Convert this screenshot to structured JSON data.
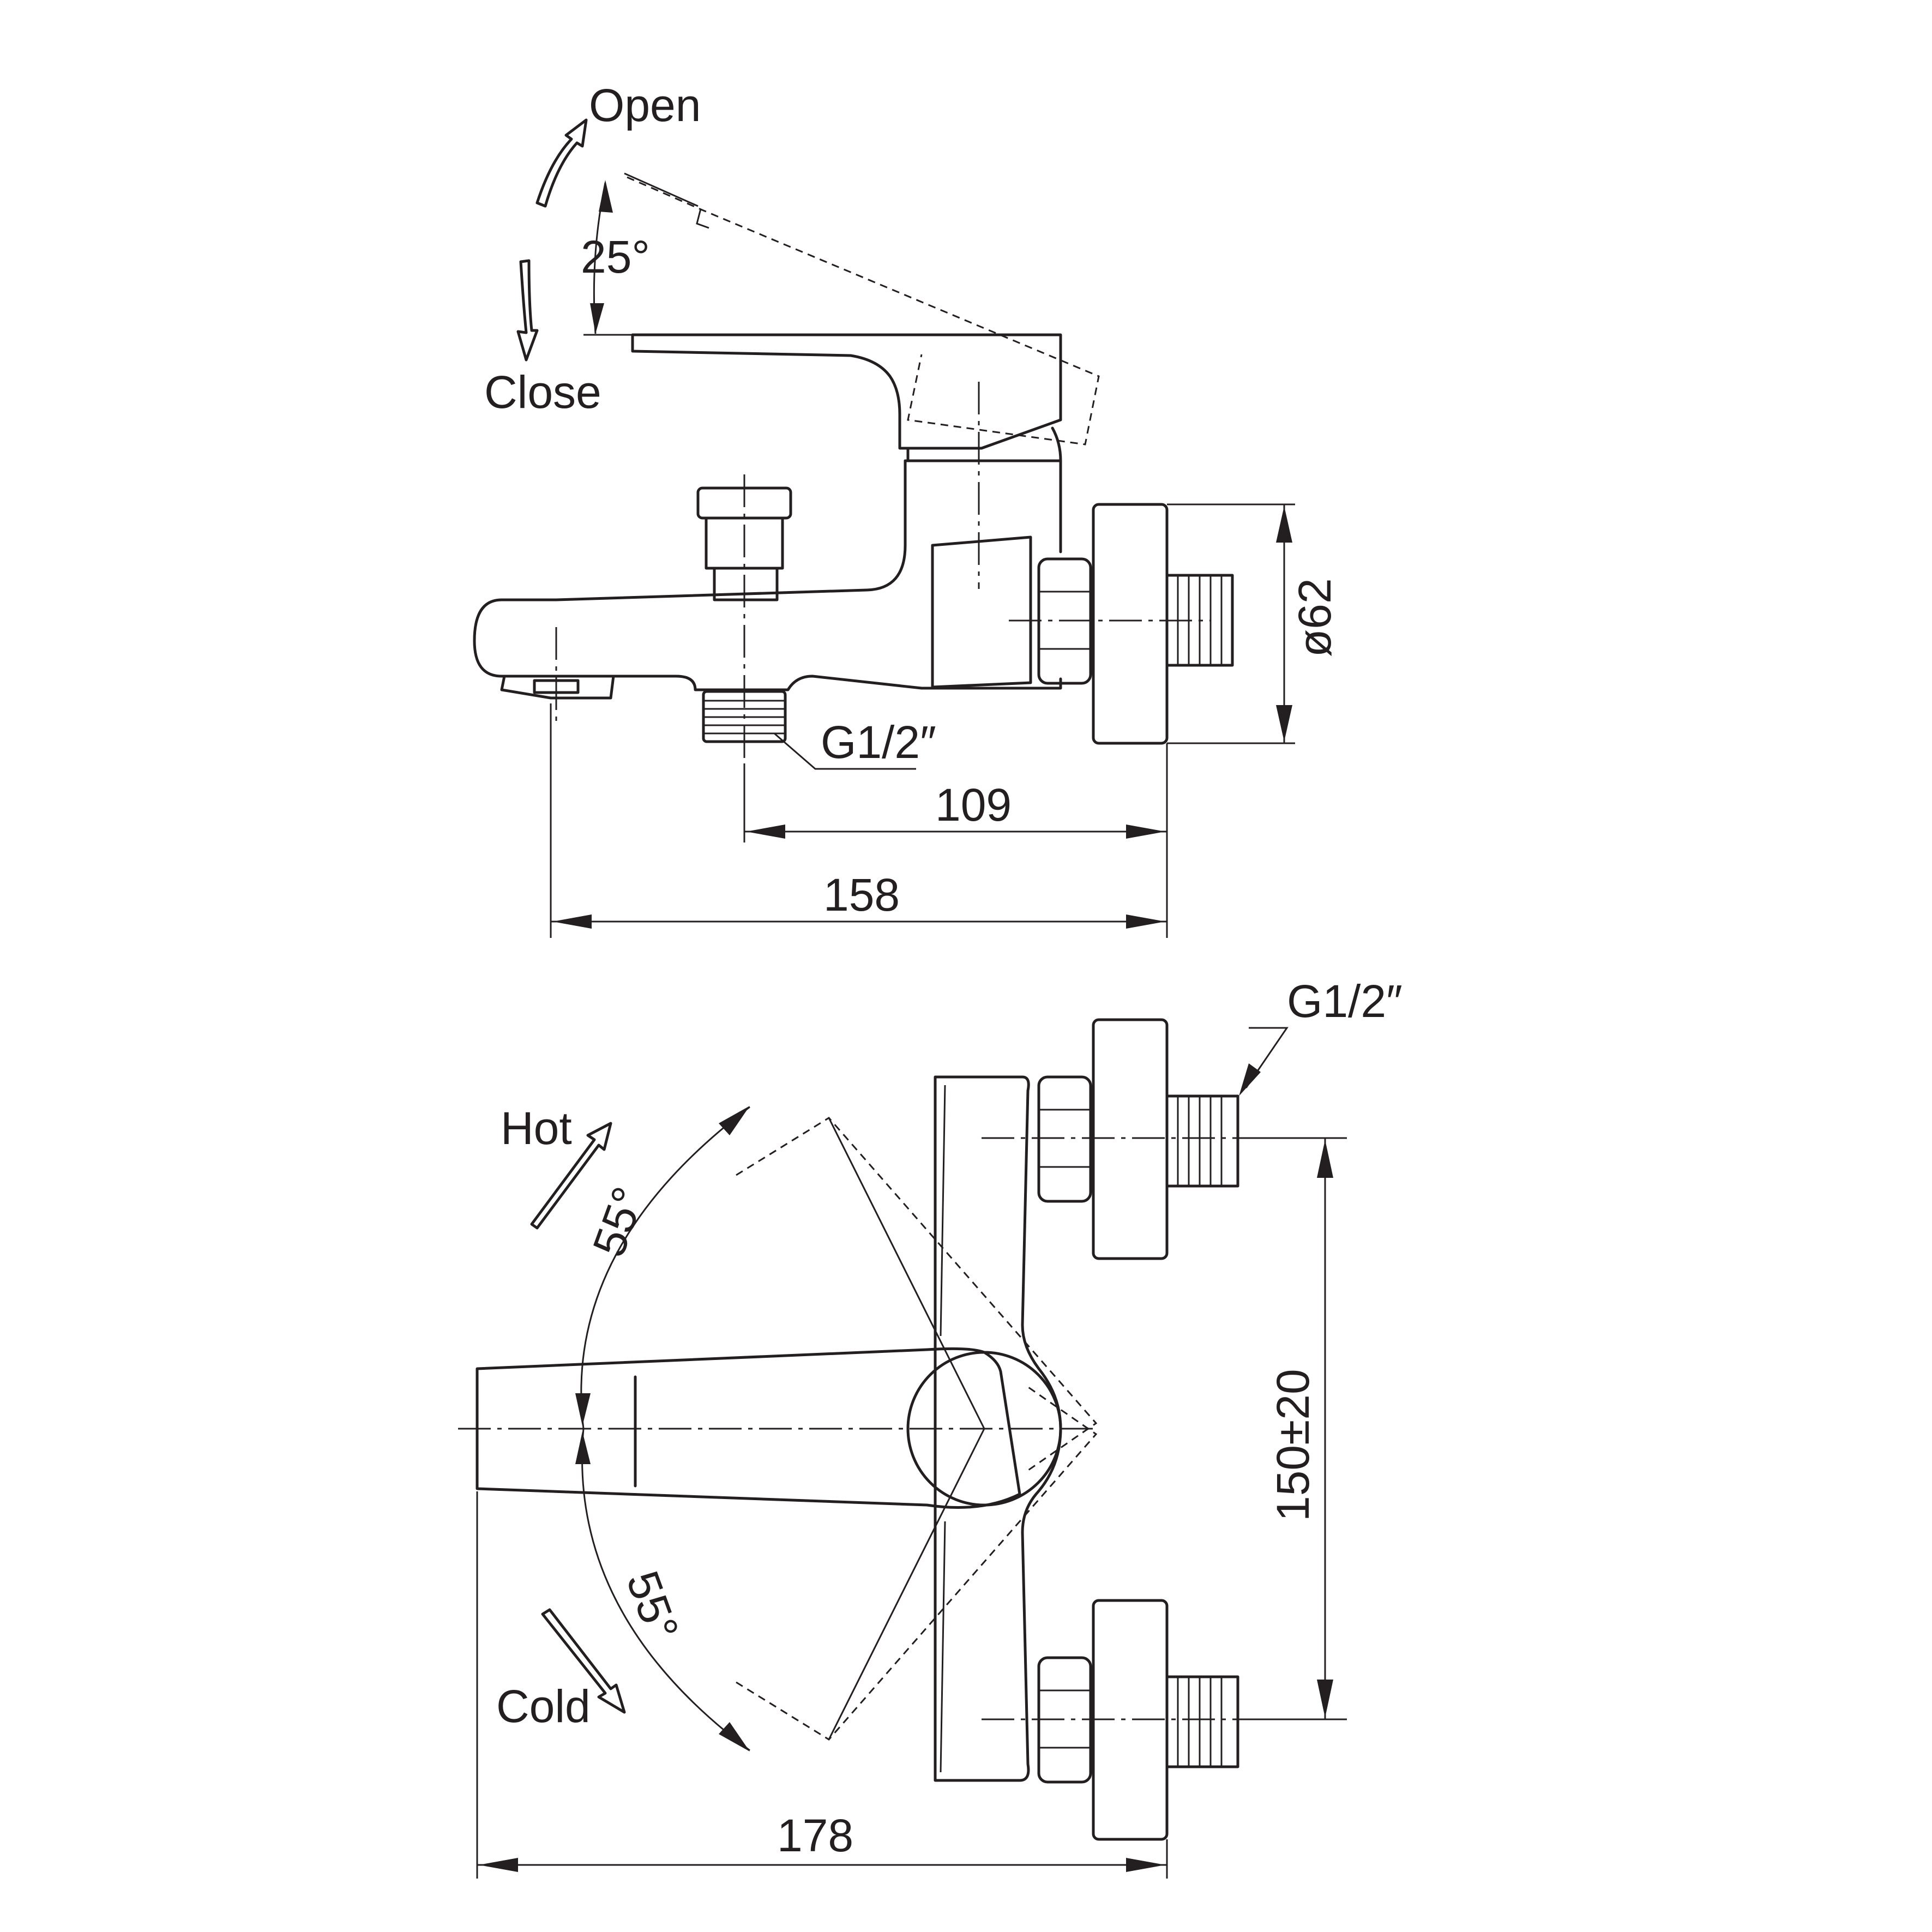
{
  "side_view": {
    "open_label": "Open",
    "close_label": "Close",
    "lever_angle_label": "25°",
    "outlet_thread_label": "G1/2″",
    "diameter_label": "ø62",
    "dim_outlet_to_wall": "109",
    "dim_spout_to_wall": "158"
  },
  "top_view": {
    "hot_label": "Hot",
    "cold_label": "Cold",
    "hot_angle_label": "55°",
    "cold_angle_label": "55°",
    "inlet_thread_label": "G1/2″",
    "dim_inlet_spacing": "150±20",
    "dim_overall_length": "178"
  },
  "colors": {
    "line": "#231f20",
    "background": "#ffffff"
  }
}
